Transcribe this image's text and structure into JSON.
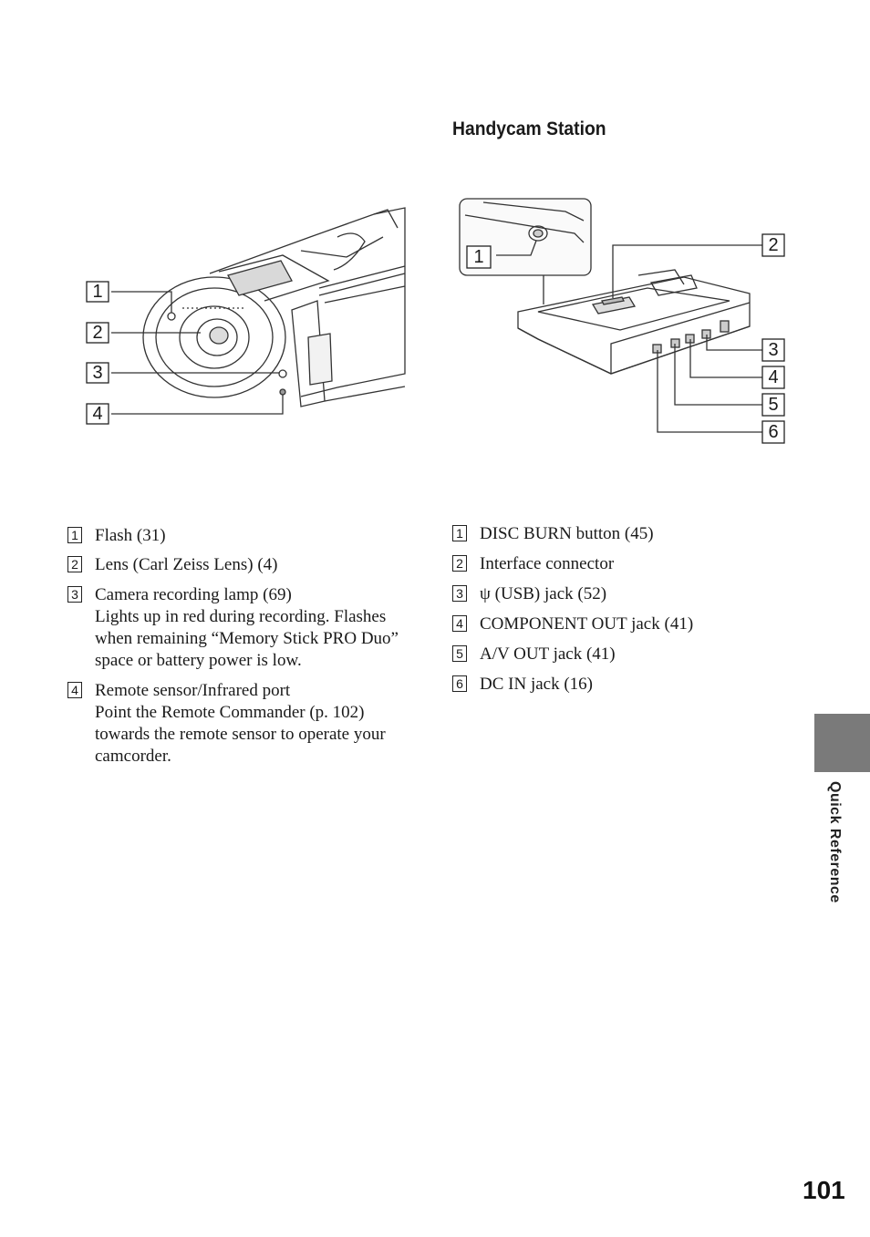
{
  "section_title": "Handycam Station",
  "camera_callouts": [
    "1",
    "2",
    "3",
    "4"
  ],
  "station_callouts": [
    "1",
    "2",
    "3",
    "4",
    "5",
    "6"
  ],
  "camera_legend": [
    {
      "num": "1",
      "label": "Flash (31)",
      "desc": ""
    },
    {
      "num": "2",
      "label": "Lens (Carl Zeiss Lens) (4)",
      "desc": ""
    },
    {
      "num": "3",
      "label": "Camera recording lamp (69)",
      "desc": "Lights up in red during recording. Flashes when remaining “Memory Stick PRO Duo” space or battery power is low."
    },
    {
      "num": "4",
      "label": "Remote sensor/Infrared port",
      "desc": "Point the Remote Commander (p. 102) towards the remote sensor to operate your camcorder."
    }
  ],
  "station_legend": [
    {
      "num": "1",
      "label": "DISC BURN button (45)"
    },
    {
      "num": "2",
      "label": "Interface connector"
    },
    {
      "num": "3",
      "label": "ψ (USB) jack (52)"
    },
    {
      "num": "4",
      "label": "COMPONENT OUT jack (41)"
    },
    {
      "num": "5",
      "label": "A/V OUT jack (41)"
    },
    {
      "num": "6",
      "label": "DC IN jack (16)"
    }
  ],
  "side_tab_label": "Quick Reference",
  "page_number": "101"
}
